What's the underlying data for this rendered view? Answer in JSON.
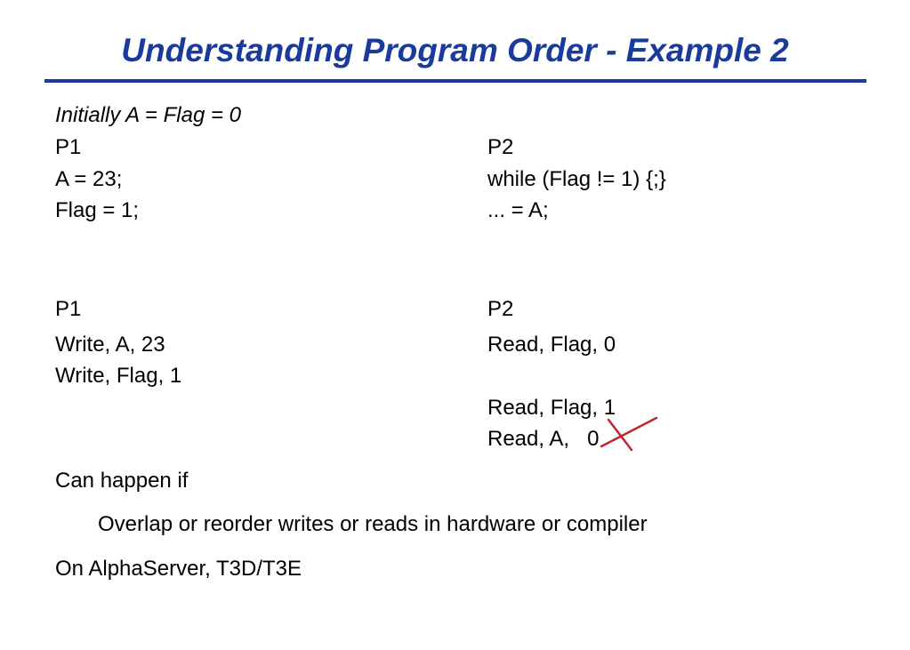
{
  "slide": {
    "title": "Understanding Program Order - Example 2",
    "initial": "Initially A = Flag = 0",
    "code": {
      "p1_header": "P1",
      "p2_header": "P2",
      "p1_lines": [
        "A = 23;",
        "Flag = 1;"
      ],
      "p2_lines": [
        "while (Flag != 1) {;}",
        "... = A;"
      ]
    },
    "trace": {
      "p1_header": "P1",
      "p2_header": "P2",
      "p1_lines": [
        "Write, A, 23",
        "Write, Flag, 1"
      ],
      "p2_lines": [
        "Read, Flag, 0",
        "Read, Flag, 1",
        "Read, A,   0"
      ]
    },
    "can_happen": "Can happen if",
    "reason": "Overlap or reorder writes or reads in hardware or compiler",
    "systems": "On AlphaServer, T3D/T3E"
  },
  "colors": {
    "title": "#1a3a9c",
    "cross": "#c0272d"
  }
}
